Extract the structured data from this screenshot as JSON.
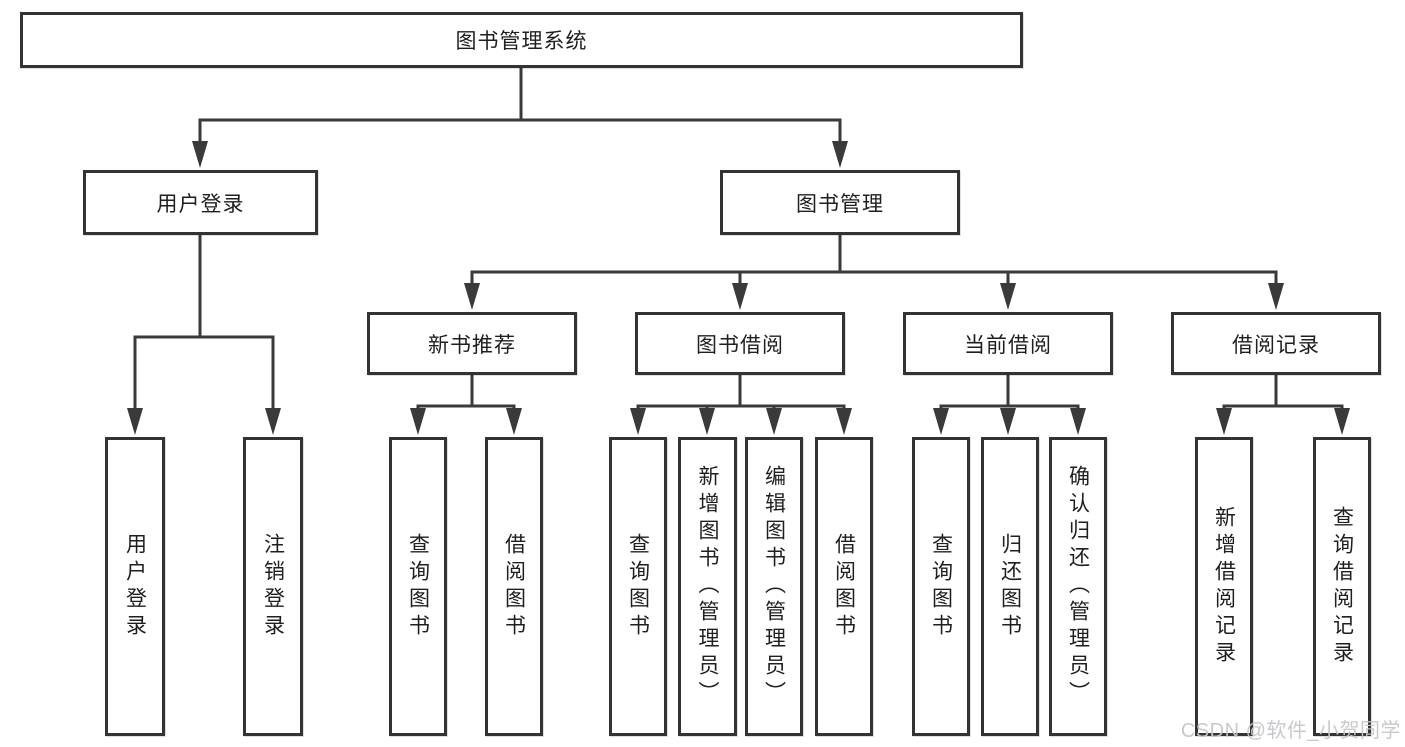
{
  "diagram": {
    "title": "图书管理系统",
    "root": {
      "label": "图书管理系统",
      "children": [
        {
          "label": "用户登录",
          "children": [
            {
              "label": "用户登录"
            },
            {
              "label": "注销登录"
            }
          ]
        },
        {
          "label": "图书管理",
          "children": [
            {
              "label": "新书推荐",
              "children": [
                {
                  "label": "查询图书"
                },
                {
                  "label": "借阅图书"
                }
              ]
            },
            {
              "label": "图书借阅",
              "children": [
                {
                  "label": "查询图书"
                },
                {
                  "label": "新增图书（管理员）"
                },
                {
                  "label": "编辑图书（管理员）"
                },
                {
                  "label": "借阅图书"
                }
              ]
            },
            {
              "label": "当前借阅",
              "children": [
                {
                  "label": "查询图书"
                },
                {
                  "label": "归还图书"
                },
                {
                  "label": "确认归还（管理员）"
                }
              ]
            },
            {
              "label": "借阅记录",
              "children": [
                {
                  "label": "新增借阅记录"
                },
                {
                  "label": "查询借阅记录"
                }
              ]
            }
          ]
        }
      ]
    }
  },
  "colors": {
    "line": "#333333",
    "box_border": "#333333",
    "text": "#1f1f1f",
    "watermark": "#c6c6ca"
  },
  "watermark": {
    "text": "CSDN @软件_小贺同学"
  }
}
